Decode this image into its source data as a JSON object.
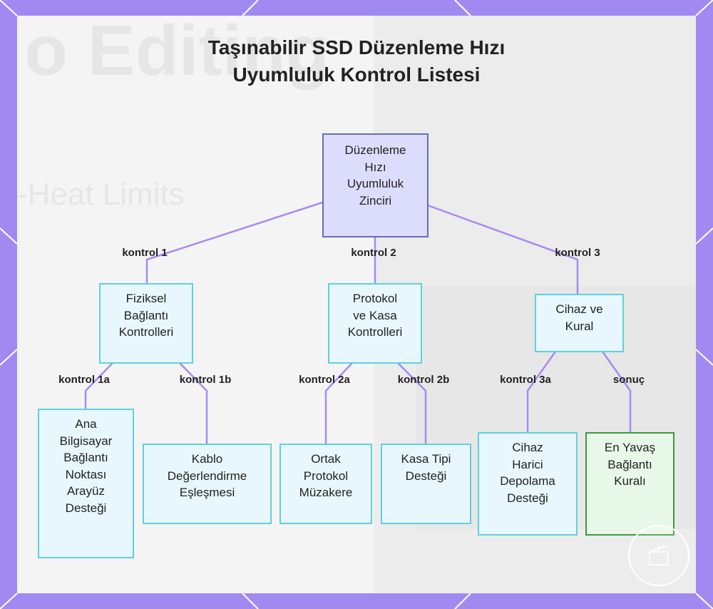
{
  "title": {
    "line1": "Taşınabilir SSD Düzenleme Hızı",
    "line2": "Uyumluluk Kontrol Listesi"
  },
  "watermark": {
    "editing": "o Editing",
    "heat": "-Heat Limits"
  },
  "nodes": {
    "root": "Düzenleme\nHızı\nUyumluluk\nZinciri",
    "physical": "Fiziksel\nBağlantı\nKontrolleri",
    "protocol": "Protokol\nve Kasa\nKontrolleri",
    "device": "Cihaz ve\nKural",
    "host_port": "Ana\nBilgisayar\nBağlantı\nNoktası\nArayüz\nDesteği",
    "cable": "Kablo\nDeğerlendirme\nEşleşmesi",
    "common_protocol": "Ortak\nProtokol\nMüzakere",
    "case_type": "Kasa Tipi\nDesteği",
    "external_storage": "Cihaz\nHarici\nDepolama\nDesteği",
    "slowest_rule": "En Yavaş\nBağlantı\nKuralı"
  },
  "edges": {
    "k1": "kontrol 1",
    "k2": "kontrol 2",
    "k3": "kontrol 3",
    "k1a": "kontrol 1a",
    "k1b": "kontrol 1b",
    "k2a": "kontrol 2a",
    "k2b": "kontrol 2b",
    "k3a": "kontrol 3a",
    "result": "sonuç"
  },
  "colors": {
    "frame": "#a08af2",
    "edge": "#a78bf0",
    "root_fill": "#dcdcfc",
    "leaf_fill": "#e7f7fd",
    "leaf_border": "#5fd0e0",
    "result_fill": "#e8f8e8",
    "result_border": "#3c9a3c"
  }
}
